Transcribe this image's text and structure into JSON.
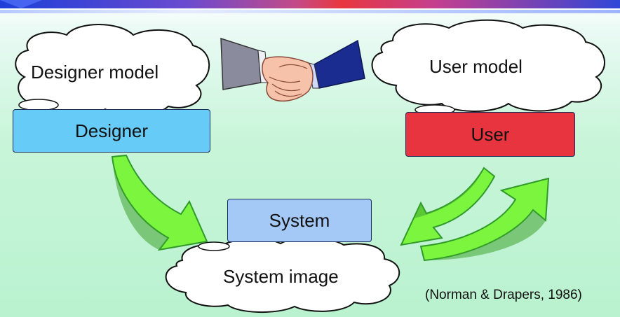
{
  "diagram": {
    "designer_model": "Designer model",
    "designer": "Designer",
    "user_model": "User model",
    "user": "User",
    "system": "System",
    "system_image": "System image",
    "citation": "(Norman & Drapers, 1986)"
  },
  "colors": {
    "designer_box": "#66ccf7",
    "user_box": "#e8343f",
    "system_box": "#a5c9f7",
    "arrow_fill": "#7cf53f",
    "arrow_shade": "#2f9a2a"
  },
  "icons": [
    "handshake-icon",
    "cloud-shape",
    "curved-arrow"
  ]
}
